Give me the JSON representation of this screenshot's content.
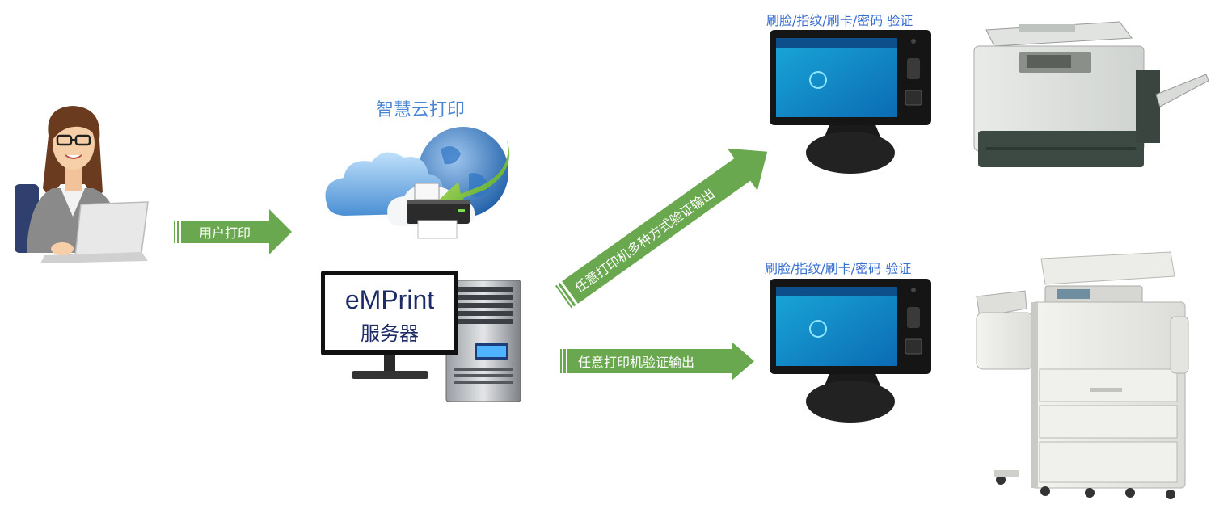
{
  "user_arrow": {
    "label": "用户打印",
    "color": "#6aa84f"
  },
  "cloud": {
    "title": "智慧云打印"
  },
  "server": {
    "name": "eMPrint",
    "subtitle": "服务器"
  },
  "arrow_multi": {
    "label": "任意打印机多种方式验证输出",
    "color": "#6aa84f"
  },
  "arrow_single": {
    "label": "任意打印机验证输出",
    "color": "#6aa84f"
  },
  "terminal_top": {
    "caption": "刷脸/指纹/刷卡/密码 验证"
  },
  "terminal_bottom": {
    "caption": "刷脸/指纹/刷卡/密码 验证"
  }
}
